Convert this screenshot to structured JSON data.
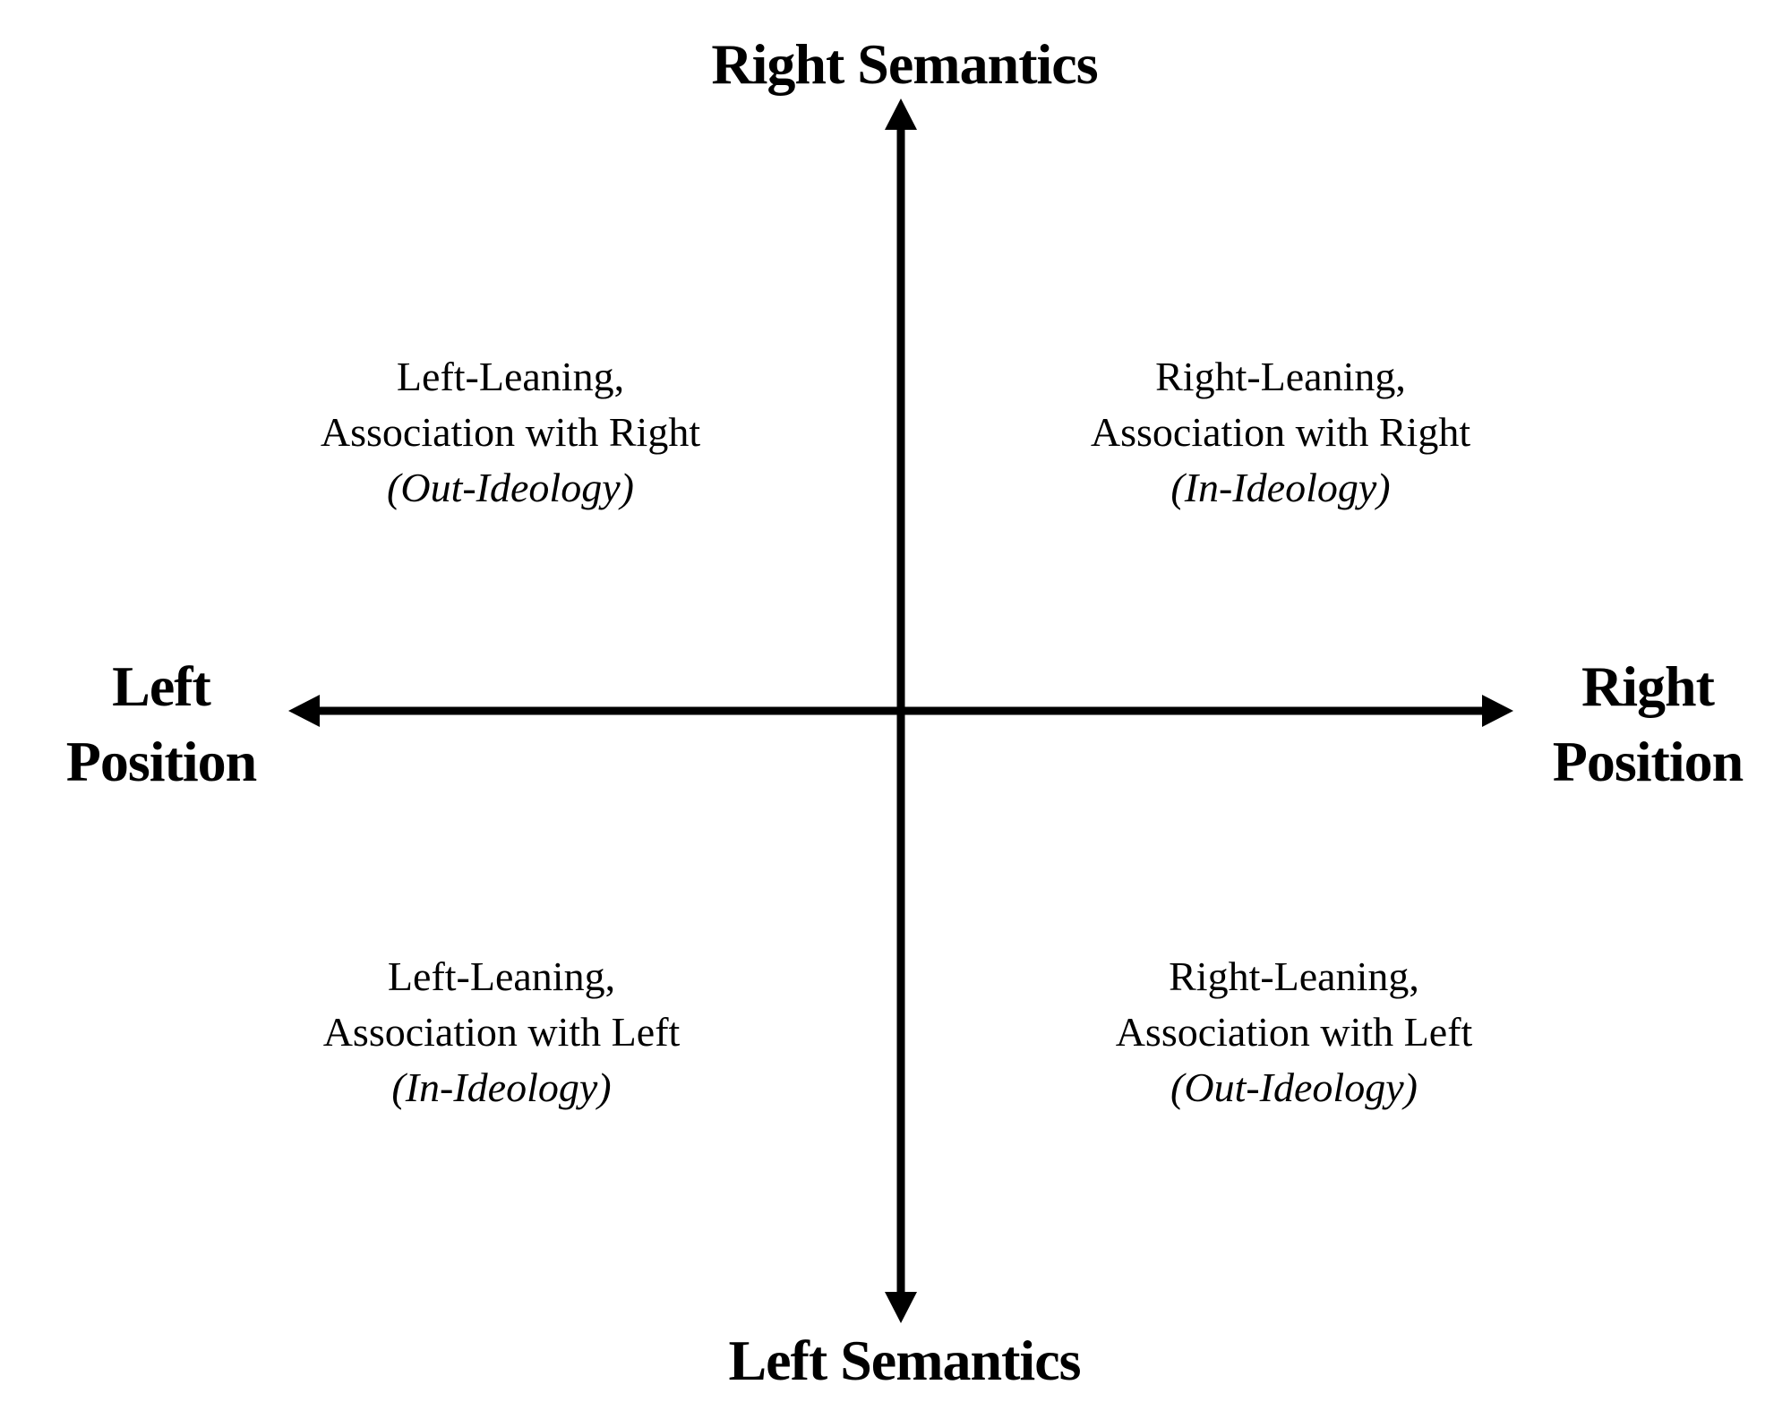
{
  "axes": {
    "top": "Right Semantics",
    "bottom": "Left Semantics",
    "left": [
      "Left",
      "Position"
    ],
    "right": [
      "Right",
      "Position"
    ]
  },
  "quadrants": {
    "top_left": {
      "line1": "Left-Leaning,",
      "line2": "Association with Right",
      "tag": "(Out-Ideology)"
    },
    "top_right": {
      "line1": "Right-Leaning,",
      "line2": "Association with Right",
      "tag": "(In-Ideology)"
    },
    "bottom_left": {
      "line1": "Left-Leaning,",
      "line2": "Association with Left",
      "tag": "(In-Ideology)"
    },
    "bottom_right": {
      "line1": "Right-Leaning,",
      "line2": "Association with Left",
      "tag": "(Out-Ideology)"
    }
  },
  "colors": {
    "ink": "#000000",
    "background": "#ffffff"
  }
}
